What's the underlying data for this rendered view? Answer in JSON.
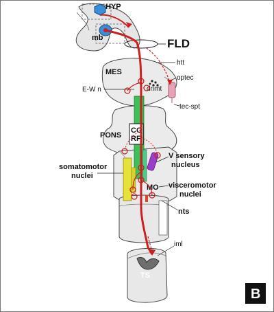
{
  "figure": {
    "panel_letter": "B",
    "labels": {
      "hyp": "HYP",
      "mb": "mb",
      "fld": "FLD",
      "htt": "htt",
      "mes": "MES",
      "optec": "optec",
      "ewn": "E-W n",
      "dnmt": "dnmt",
      "tec_spt": "tec-spt",
      "pons": "PONS",
      "cgrf_1": "CG",
      "cgrf_2": "RF",
      "v_sensory_1": "V sensory",
      "v_sensory_2": "nucleus",
      "somatomotor_1": "somatomotor",
      "somatomotor_2": "nuclei",
      "mo": "MO",
      "visceromotor_1": "visceromotor",
      "visceromotor_2": "nuclei",
      "nts": "nts",
      "iml": "iml",
      "ts": "TS"
    },
    "colors": {
      "pathway_red": "#cc1f1f",
      "hyp_blue": "#3a8fd6",
      "cg_green": "#3fbf5a",
      "somatomotor_yellow": "#e6e23a",
      "v_sensory_purple": "#9b3fc8",
      "tectal_pink": "#e8a2b8",
      "panel_bg": "#111111"
    }
  }
}
